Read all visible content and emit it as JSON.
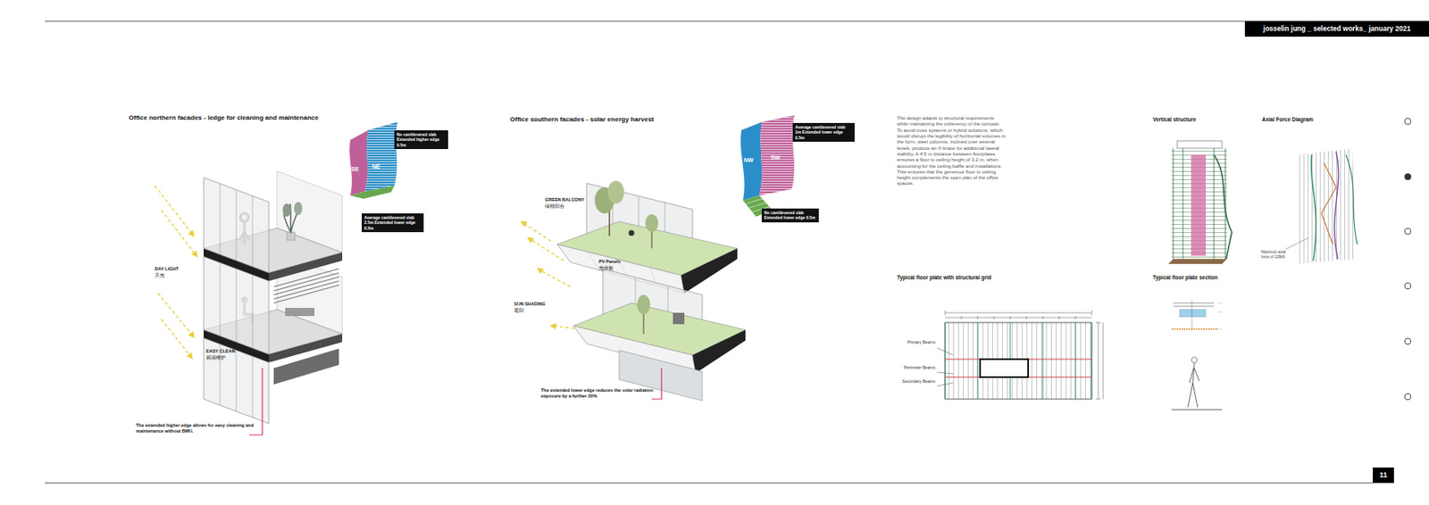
{
  "diagram": {
    "nodes": [
      {
        "text": [
          "josselin jung _ selected works_ january 2021"
        ]
      },
      {
        "text": [
          "No cantilevered slab Extended higher edge 0.5m"
        ]
      },
      {
        "text": [
          "Average cantilevered slab 2.5m Extended lower edge 0.5m"
        ]
      },
      {
        "text": [
          "Average cantilevered slab 1m Extended lower edge 0.5m"
        ]
      },
      {
        "text": [
          "No cantilevered slab Extended lower edge 0.5m"
        ]
      },
      {
        "text": [
          "11"
        ]
      }
    ],
    "labels": [
      "Office northern facades - ledge for cleaning and maintenance",
      "SE",
      "NE",
      "DAY LIGHT",
      "天光",
      "EASY CLEAN",
      "易清维护",
      "The extended higher edge allows for easy cleaning and maintenance without BMU.",
      "Office southern facades - solar energy harvest",
      "NW",
      "SW",
      "GREEN BALCONY",
      "绿植阳台",
      "PV Panels",
      "光伏板",
      "SUN SHADING",
      "遮阳",
      "The extended lower edge reduces the solar radiation exposure by a further 20%",
      "The design adapts to structural requirements while maintaining the coherency of the concept. To avoid truss systems or hybrid solutions, which would disrupt the legibility of horizontal volumes in the form, steel columns, inclined over several levels, produce an X-brace for additional lateral stability. A 4.5 m distance between floorplates ensures a floor to ceiling height of 3.2 m, when accounting for the ceiling baffle and installations. This ensures that the generous floor to ceiling height complements the open plan of the office spaces.",
      "Vertical structure",
      "Axial Force Diagram",
      "Maximum axial force of 128kN",
      "Typical floor plate with structural grid",
      "Primary Beams",
      "Perimeter Beams",
      "Secondary Beams",
      "Typical floor plate section"
    ]
  }
}
